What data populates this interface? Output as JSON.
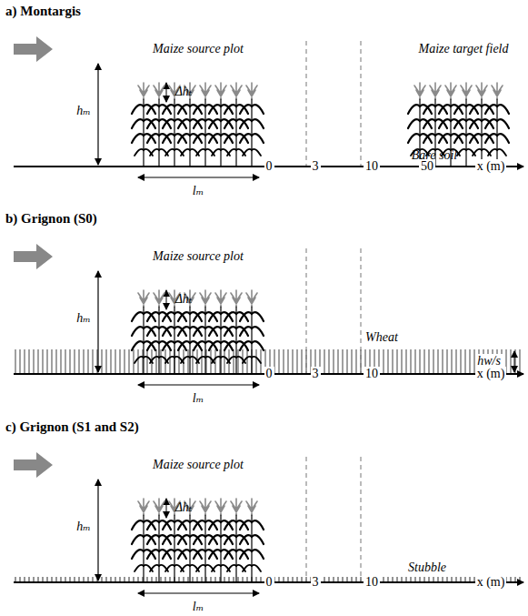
{
  "diagram": {
    "labels": [
      "a) Montargis",
      "Maize source plot",
      "Maize target field",
      "hₘ",
      "Δhₜ",
      "lₘ",
      "0",
      "3",
      "10",
      "50",
      "x (m)",
      "Bare soil",
      "b) Grignon (S0)",
      "Maize source plot",
      "Wheat",
      "hₘ",
      "Δhₜ",
      "hw/s",
      "lₘ",
      "0",
      "3",
      "10",
      "x (m)",
      "c) Grignon (S1 and S2)",
      "Maize source plot",
      "Stubble",
      "hₘ",
      "Δhₜ",
      "lₘ",
      "0",
      "3",
      "10",
      "x (m)"
    ]
  }
}
